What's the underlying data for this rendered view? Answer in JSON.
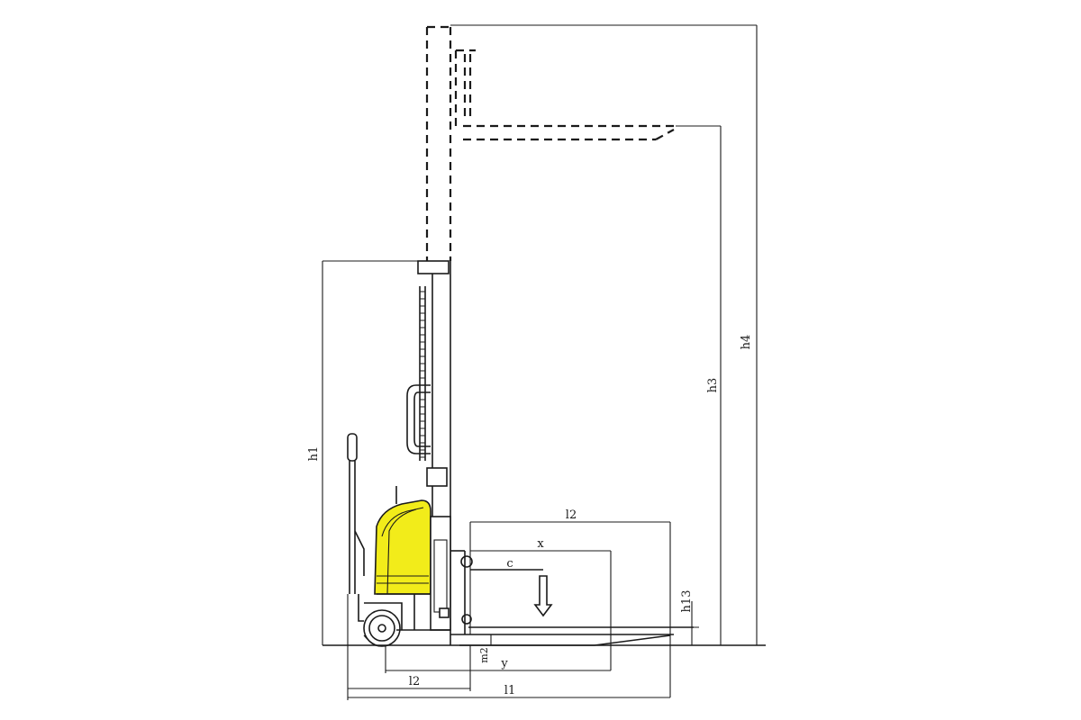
{
  "diagram": {
    "subject": "walkie stacker side view dimension drawing",
    "colors": {
      "line": "#1a1a1a",
      "background": "#ffffff",
      "battery_cover": "#f2ec1a"
    },
    "dimension_labels": {
      "h1": "h1",
      "h3": "h3",
      "h4": "h4",
      "h13": "h13",
      "l1": "l1",
      "l2_front": "l2",
      "l2_rear": "l2",
      "x": "x",
      "y": "y",
      "c": "c",
      "m2": "m2"
    }
  }
}
